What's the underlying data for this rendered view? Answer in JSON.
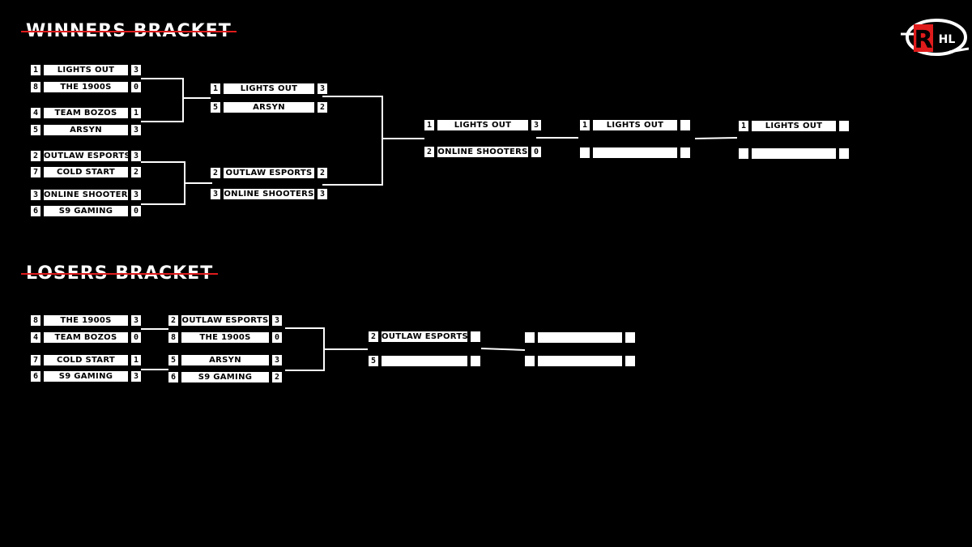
{
  "winners_title": "WINNERS BRACKET",
  "losers_title": "LOSERS BRACKET",
  "logo": {
    "letter": "R",
    "text": "HL",
    "accent": "#e01b1b"
  },
  "winners": {
    "r1": [
      {
        "seed": "1",
        "team": "LIGHTS OUT",
        "score": "3"
      },
      {
        "seed": "8",
        "team": "THE 1900S",
        "score": "0"
      },
      {
        "seed": "4",
        "team": "TEAM BOZOS",
        "score": "1"
      },
      {
        "seed": "5",
        "team": "ARSYN",
        "score": "3"
      },
      {
        "seed": "2",
        "team": "OUTLAW ESPORTS",
        "score": "3"
      },
      {
        "seed": "7",
        "team": "COLD START",
        "score": "2"
      },
      {
        "seed": "3",
        "team": "ONLINE SHOOTERS",
        "score": "3"
      },
      {
        "seed": "6",
        "team": "S9 GAMING",
        "score": "0"
      }
    ],
    "r2": [
      {
        "seed": "1",
        "team": "LIGHTS OUT",
        "score": "3"
      },
      {
        "seed": "5",
        "team": "ARSYN",
        "score": "2"
      },
      {
        "seed": "2",
        "team": "OUTLAW ESPORTS",
        "score": "2"
      },
      {
        "seed": "3",
        "team": "ONLINE SHOOTERS",
        "score": "3"
      }
    ],
    "r3": [
      {
        "seed": "1",
        "team": "LIGHTS OUT",
        "score": "3"
      },
      {
        "seed": "2",
        "team": "ONLINE SHOOTERS",
        "score": "0"
      }
    ],
    "r4": [
      {
        "seed": "1",
        "team": "LIGHTS OUT",
        "score": ""
      },
      {
        "seed": "",
        "team": "",
        "score": ""
      }
    ],
    "r5": [
      {
        "seed": "1",
        "team": "LIGHTS OUT",
        "score": ""
      },
      {
        "seed": "",
        "team": "",
        "score": ""
      }
    ]
  },
  "losers": {
    "r1": [
      {
        "seed": "8",
        "team": "THE 1900S",
        "score": "3"
      },
      {
        "seed": "4",
        "team": "TEAM BOZOS",
        "score": "0"
      },
      {
        "seed": "7",
        "team": "COLD START",
        "score": "1"
      },
      {
        "seed": "6",
        "team": "S9 GAMING",
        "score": "3"
      }
    ],
    "r2": [
      {
        "seed": "2",
        "team": "OUTLAW ESPORTS",
        "score": "3"
      },
      {
        "seed": "8",
        "team": "THE 1900S",
        "score": "0"
      },
      {
        "seed": "5",
        "team": "ARSYN",
        "score": "3"
      },
      {
        "seed": "6",
        "team": "S9 GAMING",
        "score": "2"
      }
    ],
    "r3": [
      {
        "seed": "2",
        "team": "OUTLAW ESPORTS",
        "score": ""
      },
      {
        "seed": "5",
        "team": "",
        "score": ""
      }
    ],
    "r4": [
      {
        "seed": "",
        "team": "",
        "score": ""
      },
      {
        "seed": "",
        "team": "",
        "score": ""
      }
    ]
  }
}
